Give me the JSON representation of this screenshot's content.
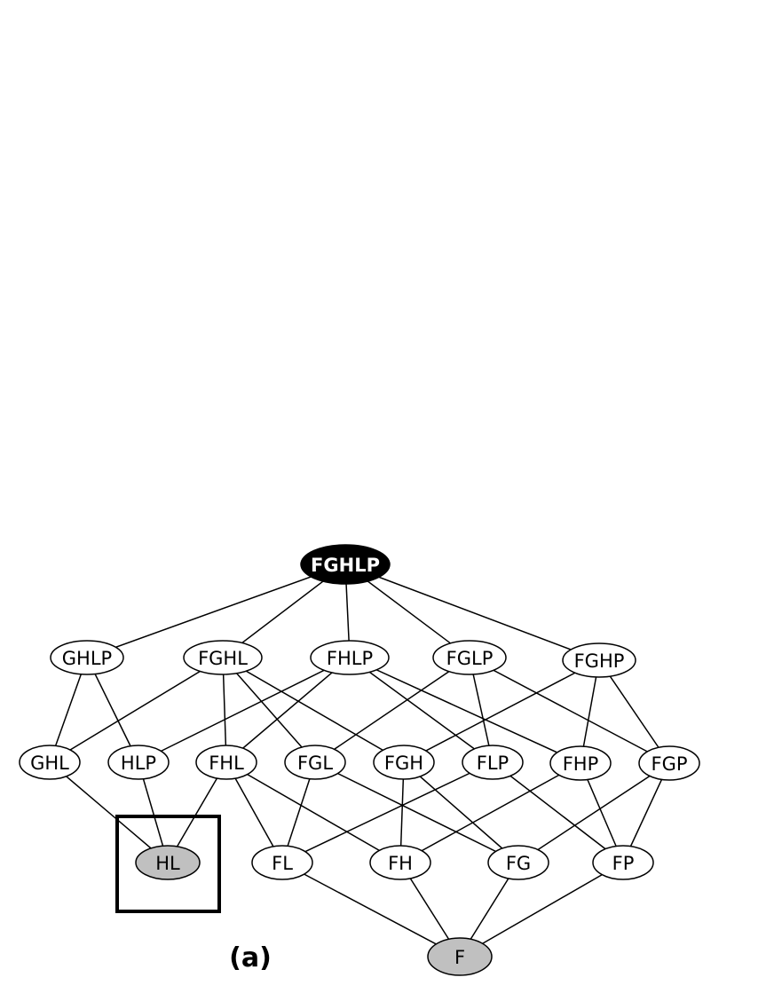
{
  "diagram": {
    "panel_label": "(a)",
    "colors": {
      "edge": "#000000",
      "node_default_fill": "#ffffff",
      "node_top_fill": "#000000",
      "node_highlight_fill": "#c0c0c0",
      "box": "#000000"
    },
    "nodes": [
      {
        "id": "FGHLP",
        "label": "FGHLP",
        "style": "top"
      },
      {
        "id": "GHLP",
        "label": "GHLP",
        "style": "default"
      },
      {
        "id": "FGHL",
        "label": "FGHL",
        "style": "default"
      },
      {
        "id": "FHLP",
        "label": "FHLP",
        "style": "default"
      },
      {
        "id": "FGLP",
        "label": "FGLP",
        "style": "default"
      },
      {
        "id": "FGHP",
        "label": "FGHP",
        "style": "default"
      },
      {
        "id": "GHL",
        "label": "GHL",
        "style": "default"
      },
      {
        "id": "HLP",
        "label": "HLP",
        "style": "default"
      },
      {
        "id": "FHL",
        "label": "FHL",
        "style": "default"
      },
      {
        "id": "FGL",
        "label": "FGL",
        "style": "default"
      },
      {
        "id": "FGH",
        "label": "FGH",
        "style": "default"
      },
      {
        "id": "FLP",
        "label": "FLP",
        "style": "default"
      },
      {
        "id": "FHP",
        "label": "FHP",
        "style": "default"
      },
      {
        "id": "FGP",
        "label": "FGP",
        "style": "default"
      },
      {
        "id": "HL",
        "label": "HL",
        "style": "highlight",
        "boxed": true
      },
      {
        "id": "FL",
        "label": "FL",
        "style": "default"
      },
      {
        "id": "FH",
        "label": "FH",
        "style": "default"
      },
      {
        "id": "FG",
        "label": "FG",
        "style": "default"
      },
      {
        "id": "FP",
        "label": "FP",
        "style": "default"
      },
      {
        "id": "F",
        "label": "F",
        "style": "highlight"
      }
    ],
    "edges": [
      [
        "FGHLP",
        "GHLP"
      ],
      [
        "FGHLP",
        "FGHL"
      ],
      [
        "FGHLP",
        "FHLP"
      ],
      [
        "FGHLP",
        "FGLP"
      ],
      [
        "FGHLP",
        "FGHP"
      ],
      [
        "GHLP",
        "GHL"
      ],
      [
        "GHLP",
        "HLP"
      ],
      [
        "FGHL",
        "GHL"
      ],
      [
        "FGHL",
        "FHL"
      ],
      [
        "FGHL",
        "FGL"
      ],
      [
        "FGHL",
        "FGH"
      ],
      [
        "FHLP",
        "HLP"
      ],
      [
        "FHLP",
        "FHL"
      ],
      [
        "FHLP",
        "FLP"
      ],
      [
        "FHLP",
        "FHP"
      ],
      [
        "FGLP",
        "FGL"
      ],
      [
        "FGLP",
        "FLP"
      ],
      [
        "FGLP",
        "FGP"
      ],
      [
        "FGHP",
        "FGH"
      ],
      [
        "FGHP",
        "FHP"
      ],
      [
        "FGHP",
        "FGP"
      ],
      [
        "GHL",
        "HL"
      ],
      [
        "HLP",
        "HL"
      ],
      [
        "FHL",
        "HL"
      ],
      [
        "FHL",
        "FL"
      ],
      [
        "FHL",
        "FH"
      ],
      [
        "FGL",
        "FL"
      ],
      [
        "FGL",
        "FG"
      ],
      [
        "FGH",
        "FH"
      ],
      [
        "FGH",
        "FG"
      ],
      [
        "FLP",
        "FL"
      ],
      [
        "FLP",
        "FP"
      ],
      [
        "FHP",
        "FH"
      ],
      [
        "FHP",
        "FP"
      ],
      [
        "FGP",
        "FG"
      ],
      [
        "FGP",
        "FP"
      ],
      [
        "FL",
        "F"
      ],
      [
        "FH",
        "F"
      ],
      [
        "FG",
        "F"
      ],
      [
        "FP",
        "F"
      ]
    ]
  }
}
